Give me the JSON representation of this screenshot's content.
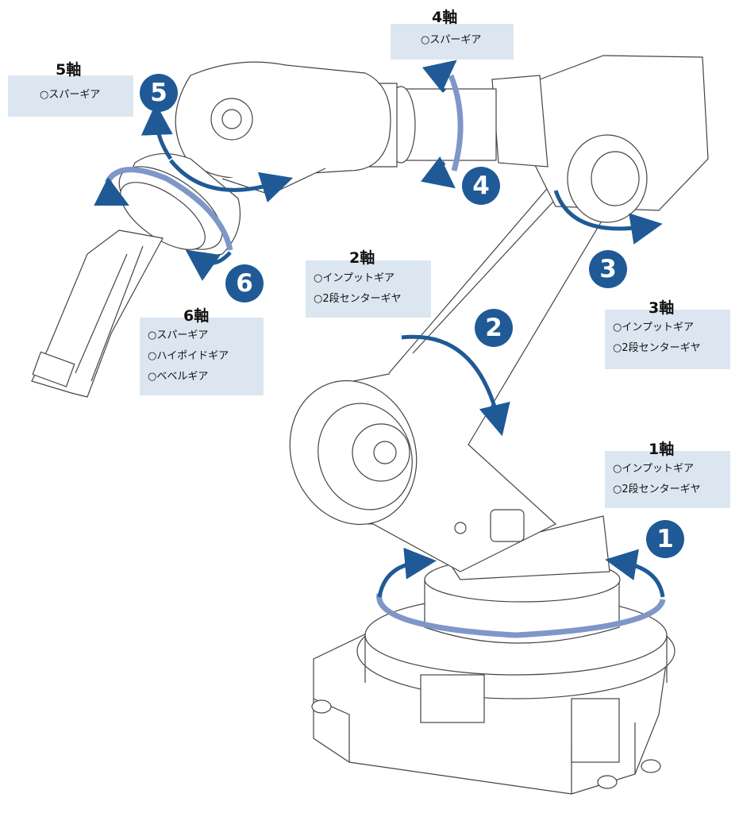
{
  "colors": {
    "badge": "#1f5a96",
    "arrow": "#1f5a96",
    "band": "#7e97c8",
    "label_bg": "#dce6f1",
    "line": "#444444"
  },
  "axes": [
    {
      "id": "1",
      "badge": "1",
      "title": "1軸",
      "gears": [
        "○インプットギア",
        "○2段センターギヤ"
      ]
    },
    {
      "id": "2",
      "badge": "2",
      "title": "2軸",
      "gears": [
        "○インプットギア",
        "○2段センターギヤ"
      ]
    },
    {
      "id": "3",
      "badge": "3",
      "title": "3軸",
      "gears": [
        "○インプットギア",
        "○2段センターギヤ"
      ]
    },
    {
      "id": "4",
      "badge": "4",
      "title": "4軸",
      "gears": [
        "○スパーギア"
      ]
    },
    {
      "id": "5",
      "badge": "5",
      "title": "5軸",
      "gears": [
        "○スパーギア"
      ]
    },
    {
      "id": "6",
      "badge": "6",
      "title": "6軸",
      "gears": [
        "○スパーギア",
        "○ハイポイドギア",
        "○ベベルギア"
      ]
    }
  ]
}
